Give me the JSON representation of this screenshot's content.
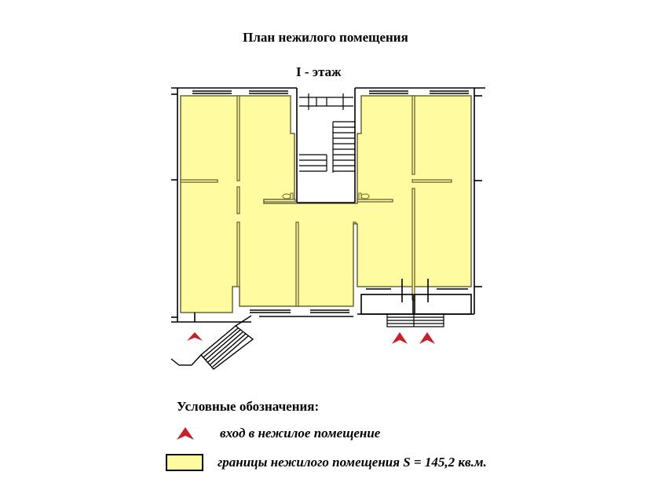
{
  "header": {
    "title": "План нежилого помещения",
    "floor_label": "I - этаж"
  },
  "colors": {
    "premises_fill": "#FFFBA0",
    "premises_stroke": "#6B6630",
    "wall": "#000000",
    "entrance_marker": "#C8202A",
    "background": "#FFFFFF"
  },
  "legend": {
    "title": "Условные обозначения:",
    "items": [
      {
        "symbol": "entrance-arrow",
        "label": "вход в нежилое помещение"
      },
      {
        "symbol": "yellow-area",
        "label": "границы нежилого помещения S = 145,2 кв.м."
      }
    ]
  },
  "plan": {
    "total_area": "145,2 кв.м.",
    "entrances": 3
  }
}
